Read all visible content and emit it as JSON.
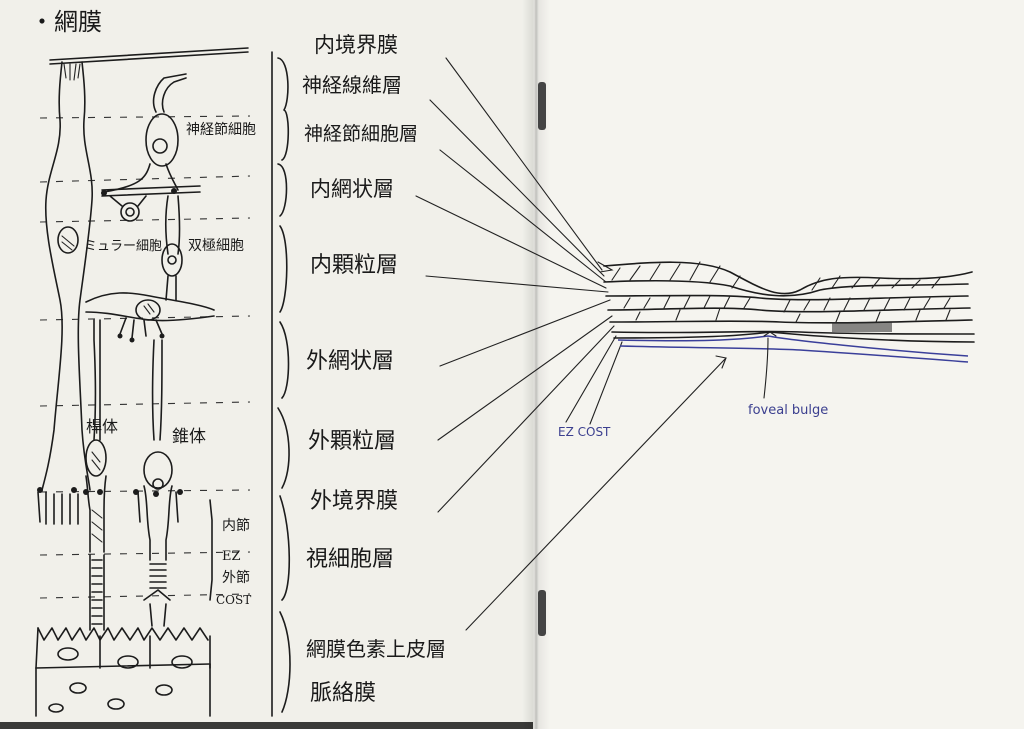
{
  "page": {
    "title": "・網膜"
  },
  "layers": [
    "内境界膜",
    "神経線維層",
    "神経節細胞層",
    "内網状層",
    "内顆粒層",
    "外網状層",
    "外顆粒層",
    "外境界膜",
    "視細胞層",
    "網膜色素上皮層",
    "脈絡膜"
  ],
  "cell_labels": {
    "ganglion": "神経節細胞",
    "muller": "ミュラー細胞",
    "bipolar": "双極細胞",
    "rod": "桿体",
    "cone": "錐体"
  },
  "photoreceptor_labels": {
    "inner_segment": "内節",
    "ez": "EZ",
    "outer_segment": "外節",
    "cost": "COST"
  },
  "oct_labels": {
    "ez_cost": "EZ  COST",
    "foveal_bulge": "foveal bulge"
  },
  "colors": {
    "ink": "#1c1c1c",
    "blue_ink": "#3a3f9a",
    "paper": "#f3f2ec"
  }
}
